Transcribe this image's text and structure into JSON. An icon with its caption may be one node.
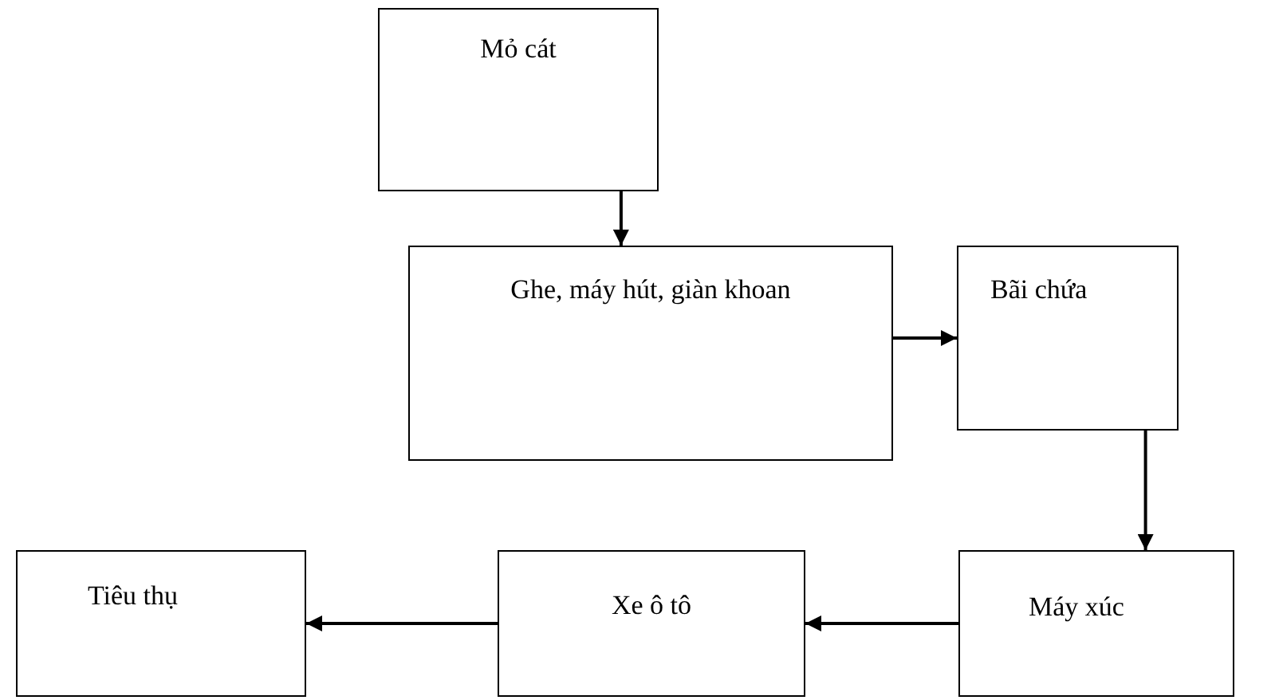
{
  "diagram": {
    "nodes": [
      {
        "text": [
          "Mỏ cát"
        ]
      },
      {
        "text": [
          "Ghe, máy hút, giàn khoan"
        ]
      },
      {
        "text": [
          "Bãi chứa"
        ]
      },
      {
        "text": [
          "Máy xúc"
        ]
      },
      {
        "text": [
          "Xe ô tô"
        ]
      },
      {
        "text": [
          "Tiêu thụ"
        ]
      }
    ],
    "edges": [
      {
        "from": 0,
        "to": 1,
        "arrow": "to"
      },
      {
        "from": 1,
        "to": 2,
        "arrow": "to"
      },
      {
        "from": 2,
        "to": 3,
        "arrow": "to"
      },
      {
        "from": 3,
        "to": 4,
        "arrow": "to"
      },
      {
        "from": 4,
        "to": 5,
        "arrow": "to"
      }
    ]
  }
}
